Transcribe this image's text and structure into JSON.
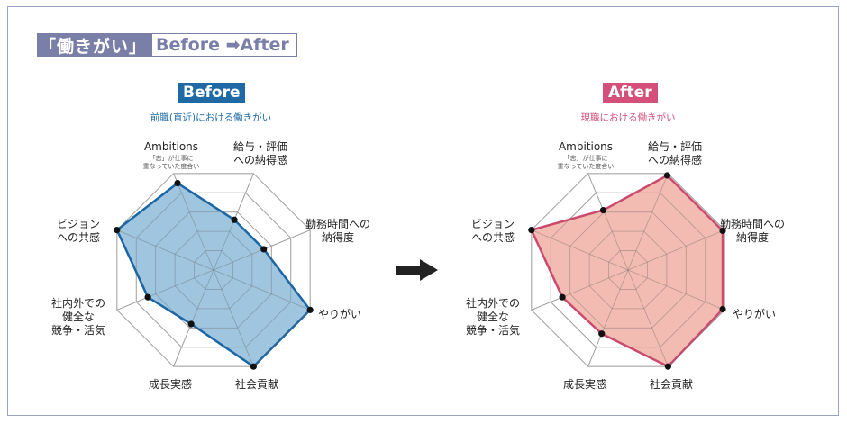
{
  "header": {
    "title_left": "「働きがい」",
    "title_right": "Before ➡After"
  },
  "axes": [
    {
      "label": "Ambitions",
      "sub": "「志」が仕事に\n重なっていた度合い"
    },
    {
      "label": "給与・評価\nへの納得感"
    },
    {
      "label": "勤務時間への\n納得度"
    },
    {
      "label": "やりがい"
    },
    {
      "label": "社会貢献"
    },
    {
      "label": "成長実感"
    },
    {
      "label": "社内外での\n健全な\n競争・活気"
    },
    {
      "label": "ビジョン\nへの共感"
    }
  ],
  "chart_data": [
    {
      "type": "radar",
      "title": "Before",
      "subtitle": "前職(直近)における働きがい",
      "categories": [
        "Ambitions",
        "給与・評価への納得感",
        "勤務時間への納得度",
        "やりがい",
        "社会貢献",
        "成長実感",
        "社内外での健全な競争・活気",
        "ビジョンへの共感"
      ],
      "scale_max": 5,
      "series": [
        {
          "values": [
            4.5,
            2.6,
            2.6,
            5.0,
            5.0,
            2.8,
            3.4,
            5.0
          ]
        }
      ],
      "colors": {
        "line": "#1a66a6",
        "fill": "#8fbcd9",
        "badge": "#1f6aa5",
        "subtitle": "#1f6aa5"
      }
    },
    {
      "type": "radar",
      "title": "After",
      "subtitle": "現職における働きがい",
      "categories": [
        "Ambitions",
        "給与・評価への納得感",
        "勤務時間への納得度",
        "やりがい",
        "社会貢献",
        "成長実感",
        "社内外での健全な競争・活気",
        "ビジョンへの共感"
      ],
      "scale_max": 5,
      "series": [
        {
          "values": [
            3.1,
            4.9,
            4.9,
            4.9,
            5.0,
            3.3,
            3.4,
            5.0
          ]
        }
      ],
      "colors": {
        "line": "#cc4a6e",
        "fill": "#f0b0a4",
        "badge": "#d4507a",
        "subtitle": "#d4507a"
      }
    }
  ]
}
